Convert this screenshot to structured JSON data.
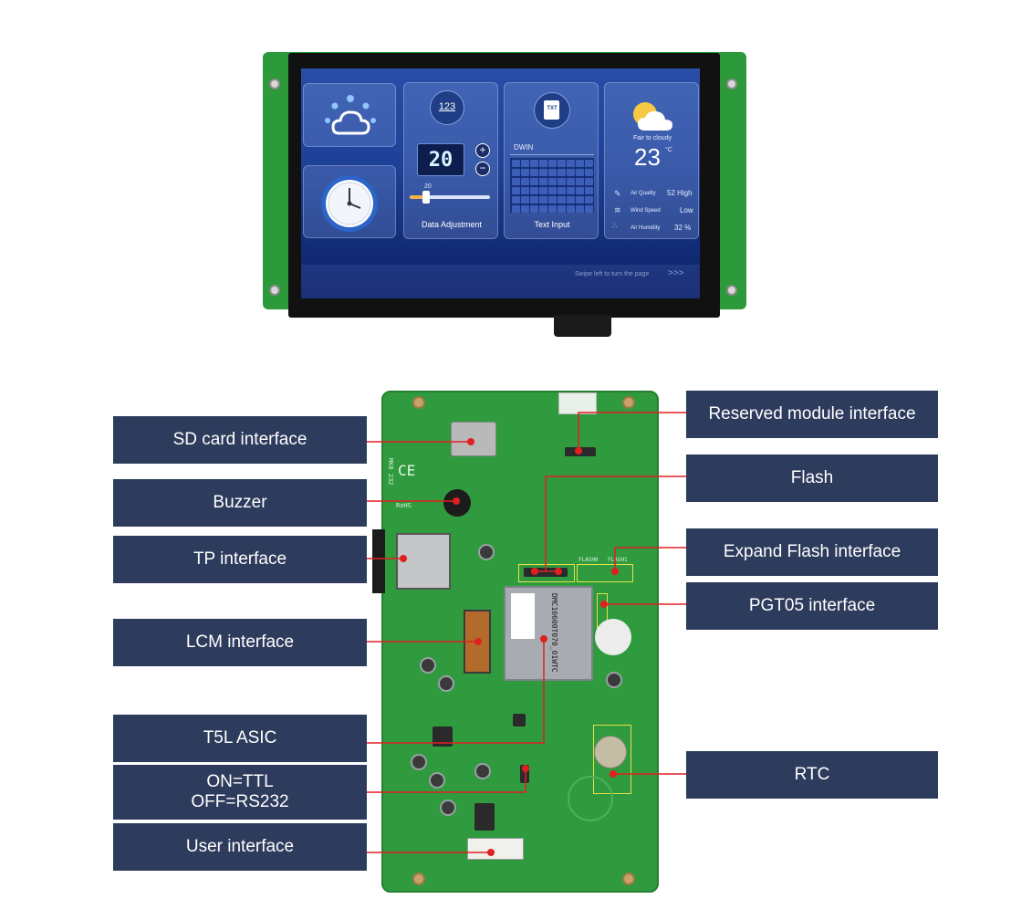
{
  "front_screen": {
    "card_counter": "123",
    "value_display": "20",
    "slider_value": "20",
    "slider_fraction": 0.2,
    "data_adjustment_label": "Data Adjustment",
    "file_icon_text": "TXT",
    "keyboard_title": "DWIN",
    "text_input_label": "Text Input",
    "weather_status": "Fair to cloudy",
    "temperature": "23",
    "temperature_unit": "°C",
    "air_quality_label": "Air Quality",
    "air_quality_value": "52 High",
    "wind_speed_label": "Wind Speed",
    "wind_speed_value": "Low",
    "air_humidity_label": "Air Humidity",
    "air_humidity_value": "32 %",
    "swipe_hint": "Swipe left to turn the page",
    "swipe_arrows": ">>>"
  },
  "board_silkscreen": {
    "model": "MK0 232",
    "rohs": "RoHS",
    "ce": "CE",
    "flash1": "FLASH0",
    "flash2": "FLASH1",
    "chip_text": "DMC10600T070_01WTC"
  },
  "labels": {
    "sd_card": "SD card interface",
    "buzzer": "Buzzer",
    "tp": "TP interface",
    "lcm": "LCM interface",
    "t5l": "T5L ASIC",
    "switch": "ON=TTL\nOFF=RS232",
    "user": "User interface",
    "reserved": "Reserved module interface",
    "flash": "Flash",
    "expand_flash": "Expand Flash interface",
    "pgt05": "PGT05 interface",
    "rtc": "RTC"
  },
  "colors": {
    "label_bg": "#2d3b5c",
    "leader_line": "#e02020",
    "pcb_green": "#2f9b3e",
    "screen_blue": "#1d3f96"
  },
  "icons": [
    "cloud-icon",
    "clock-icon",
    "plus-icon",
    "minus-icon",
    "txt-file-icon",
    "sun-cloud-icon",
    "leaf-icon",
    "wind-icon",
    "humidity-icon"
  ]
}
